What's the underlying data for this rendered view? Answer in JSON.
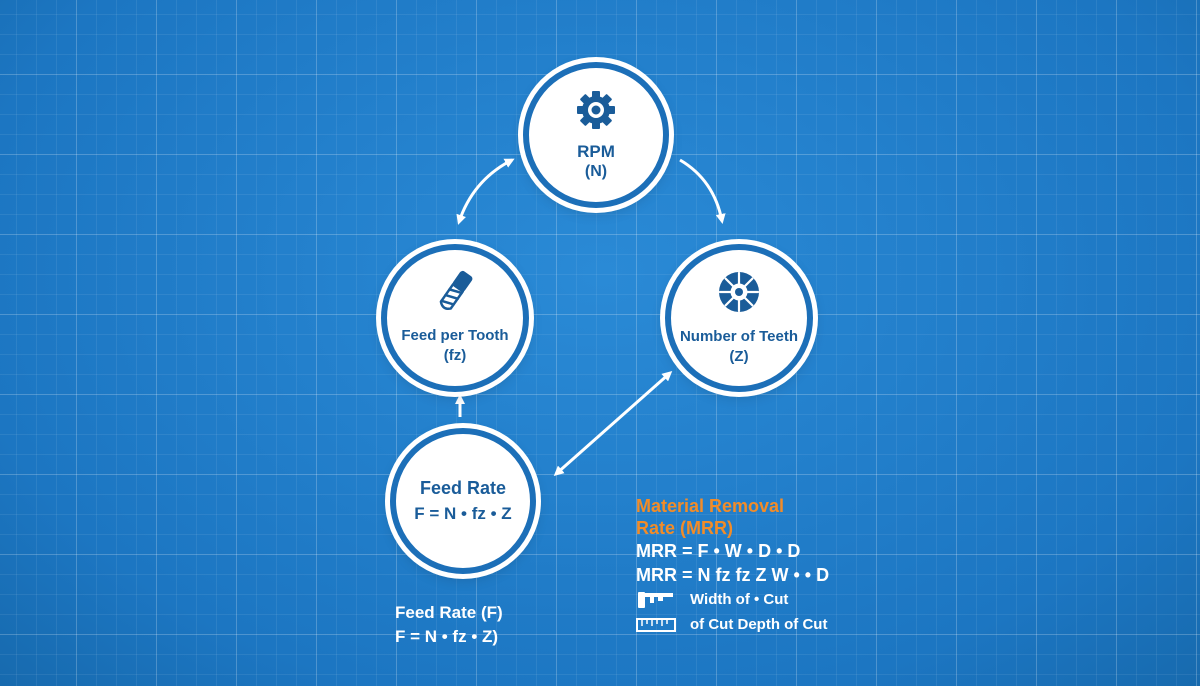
{
  "nodes": {
    "rpm": {
      "label": "RPM",
      "symbol": "(N)",
      "icon": "gear-icon"
    },
    "feed_per_tooth": {
      "label": "Feed per Tooth",
      "symbol": "(fz)",
      "icon": "end-mill-icon"
    },
    "number_of_teeth": {
      "label": "Number of Teeth",
      "symbol": "(Z)",
      "icon": "cutter-icon"
    },
    "feed_rate": {
      "label": "Feed Rate",
      "formula": "F = N • fz • Z"
    }
  },
  "feed_caption": {
    "title": "Feed Rate (F)",
    "formula": "F = N • fz • Z)"
  },
  "mrr": {
    "title_line1": "Material Removal",
    "title_line2": "Rate (MRR)",
    "formula1": "MRR = F • W • D • D",
    "formula2": "MRR = N fz fz Z  W • • D",
    "legend": [
      {
        "icon": "caliper-icon",
        "text": "Width of • Cut"
      },
      {
        "icon": "ruler-icon",
        "text": "of Cut  Depth of Cut"
      }
    ]
  },
  "colors": {
    "background": "#1f7fcc",
    "node_fill": "#ffffff",
    "node_text": "#1a5c99",
    "accent_orange": "#f28c28"
  }
}
